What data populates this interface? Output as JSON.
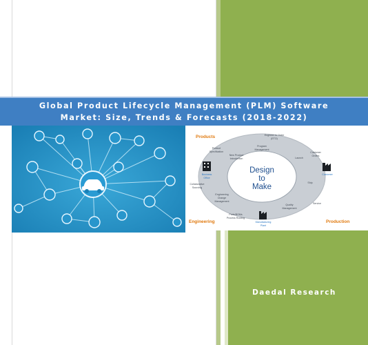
{
  "title": {
    "line1": "Global Product Lifecycle Management (PLM) Software",
    "line2": "Market: Size, Trends & Forecasts (2018-2022)"
  },
  "publisher": "Daedal Research",
  "colors": {
    "title_bar": "#3f7fc3",
    "green_panel": "#8fb04f",
    "network_bg": "#1f8fc0",
    "ring": "#c7ccd2",
    "accent_orange": "#e07a10"
  },
  "plm_diagram": {
    "center_line1": "Design",
    "center_line2": "to",
    "center_line3": "Make",
    "corner_products": "Products",
    "corner_engineering": "Engineering",
    "corner_production": "Production",
    "stages": {
      "engineer_to_order_1": "Engineer to Order",
      "engineer_to_order_2": "(ETO)",
      "program_mgmt_1": "Program",
      "program_mgmt_2": "Management",
      "customer_orders_1": "Customer",
      "customer_orders_2": "Orders",
      "launch": "Launch",
      "product_spec_1": "Product",
      "product_spec_2": "Specification",
      "new_product_1": "New Product",
      "new_product_2": "Introduction",
      "business_office_1": "Business",
      "business_office_2": "Office",
      "customer": "Customer",
      "ship": "Ship",
      "collab_sourcing_1": "Collaborative",
      "collab_sourcing_2": "Sourcing",
      "engineering_change_1": "Engineering",
      "engineering_change_2": "Change",
      "engineering_change_3": "Management",
      "service": "Service",
      "quality_mgmt_1": "Quality",
      "quality_mgmt_2": "Management",
      "parts_bom_1": "Parts/BOMs",
      "parts_bom_2": "Process Routing",
      "manufacturing_plant_1": "Manufacturing",
      "manufacturing_plant_2": "Plant"
    }
  }
}
